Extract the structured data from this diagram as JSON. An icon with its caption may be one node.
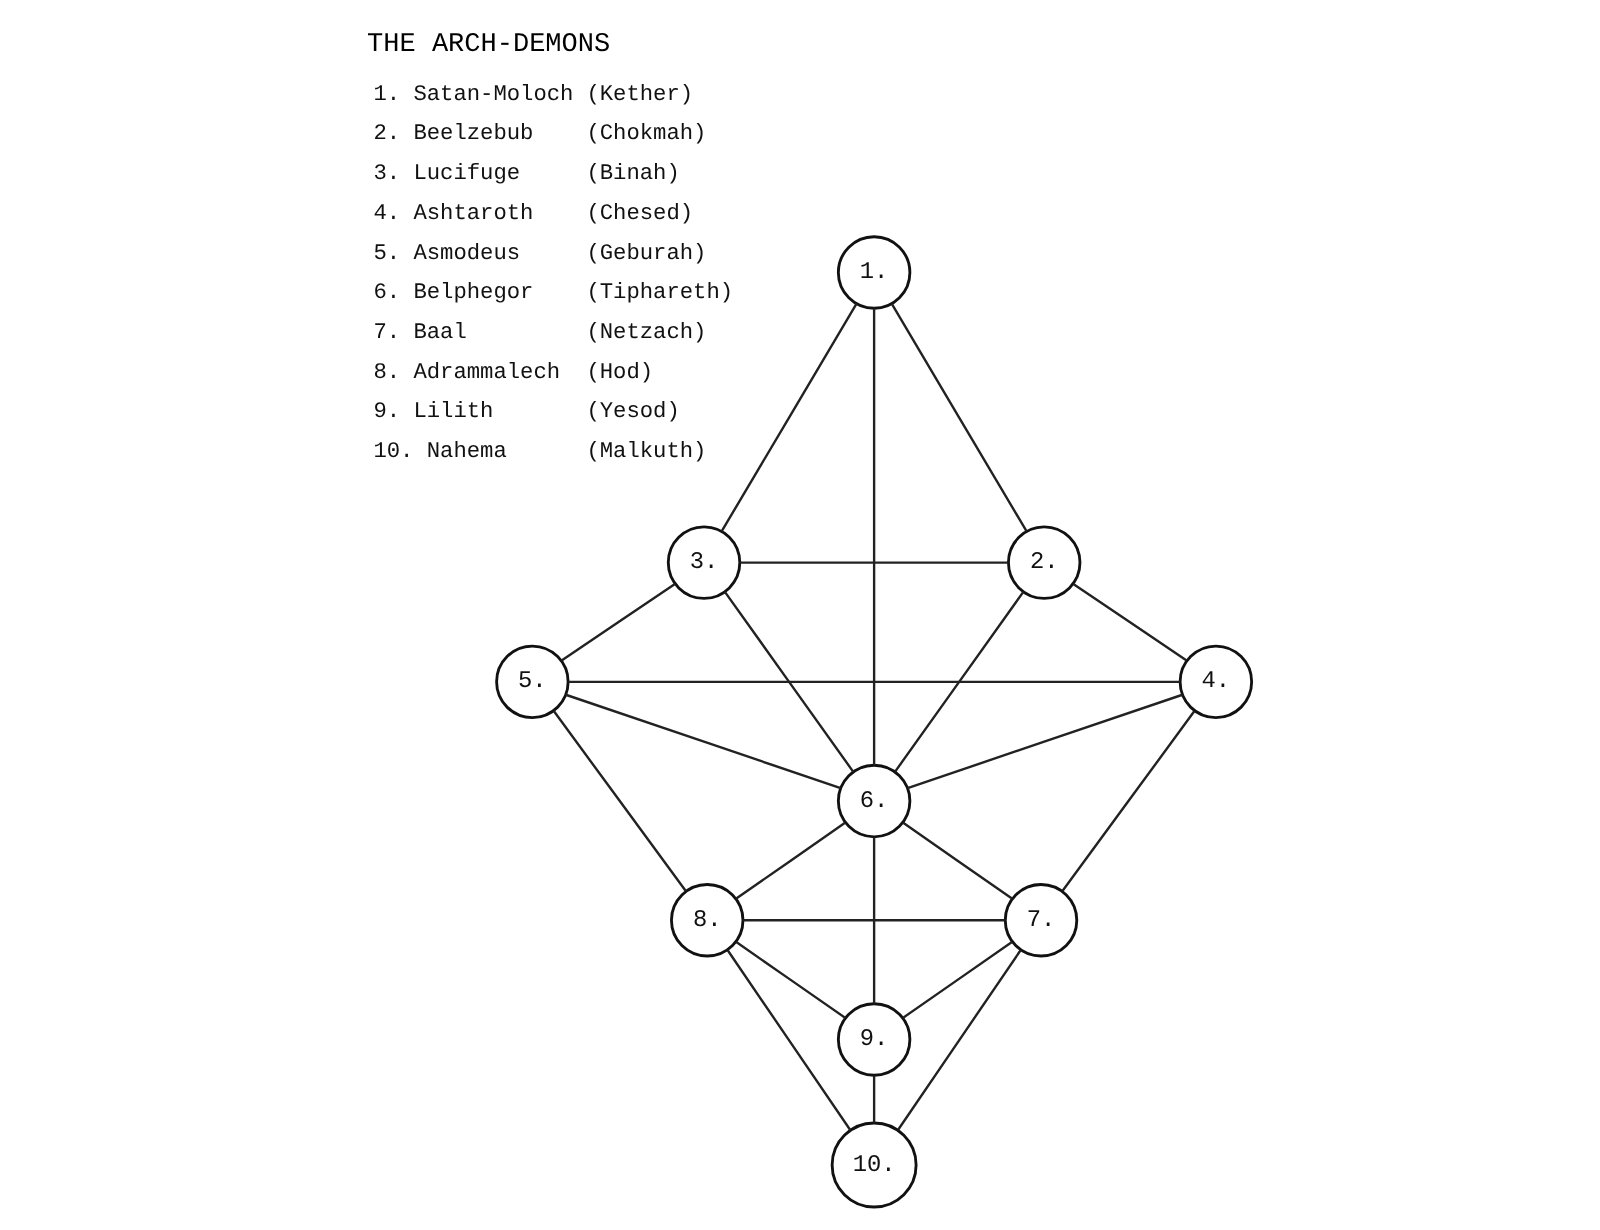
{
  "diagram": {
    "title": "THE ARCH-DEMONS",
    "nodes": [
      {
        "text": [
          "1."
        ]
      },
      {
        "text": [
          "3."
        ]
      },
      {
        "text": [
          "2."
        ]
      },
      {
        "text": [
          "5."
        ]
      },
      {
        "text": [
          "4."
        ]
      },
      {
        "text": [
          "6."
        ]
      },
      {
        "text": [
          "8."
        ]
      },
      {
        "text": [
          "7."
        ]
      },
      {
        "text": [
          "9."
        ]
      },
      {
        "text": [
          "10."
        ]
      }
    ],
    "edges": [
      {
        "from": 0,
        "to": 1,
        "arrow": "none"
      },
      {
        "from": 0,
        "to": 2,
        "arrow": "none"
      },
      {
        "from": 0,
        "to": 5,
        "arrow": "none"
      },
      {
        "from": 1,
        "to": 2,
        "arrow": "none"
      },
      {
        "from": 1,
        "to": 3,
        "arrow": "none"
      },
      {
        "from": 1,
        "to": 5,
        "arrow": "none"
      },
      {
        "from": 2,
        "to": 4,
        "arrow": "none"
      },
      {
        "from": 2,
        "to": 5,
        "arrow": "none"
      },
      {
        "from": 3,
        "to": 4,
        "arrow": "none"
      },
      {
        "from": 3,
        "to": 5,
        "arrow": "none"
      },
      {
        "from": 4,
        "to": 5,
        "arrow": "none"
      },
      {
        "from": 3,
        "to": 6,
        "arrow": "none"
      },
      {
        "from": 4,
        "to": 7,
        "arrow": "none"
      },
      {
        "from": 5,
        "to": 6,
        "arrow": "none"
      },
      {
        "from": 5,
        "to": 7,
        "arrow": "none"
      },
      {
        "from": 5,
        "to": 8,
        "arrow": "none"
      },
      {
        "from": 6,
        "to": 7,
        "arrow": "none"
      },
      {
        "from": 6,
        "to": 8,
        "arrow": "none"
      },
      {
        "from": 7,
        "to": 8,
        "arrow": "none"
      },
      {
        "from": 6,
        "to": 9,
        "arrow": "none"
      },
      {
        "from": 7,
        "to": 9,
        "arrow": "none"
      },
      {
        "from": 8,
        "to": 9,
        "arrow": "none"
      }
    ],
    "labels": [
      "1. Satan-Moloch",
      "(Kether)",
      "2. Beelzebub",
      "(Chokmah)",
      "3. Lucifuge",
      "(Binah)",
      "4. Ashtaroth",
      "(Chesed)",
      "5. Asmodeus",
      "(Geburah)",
      "6. Belphegor",
      "(Tiphareth)",
      "7. Baal",
      "(Netzach)",
      "8. Adrammalech",
      "(Hod)",
      "9. Lilith",
      "(Yesod)",
      "10. Nahema",
      "(Malkuth)"
    ]
  }
}
